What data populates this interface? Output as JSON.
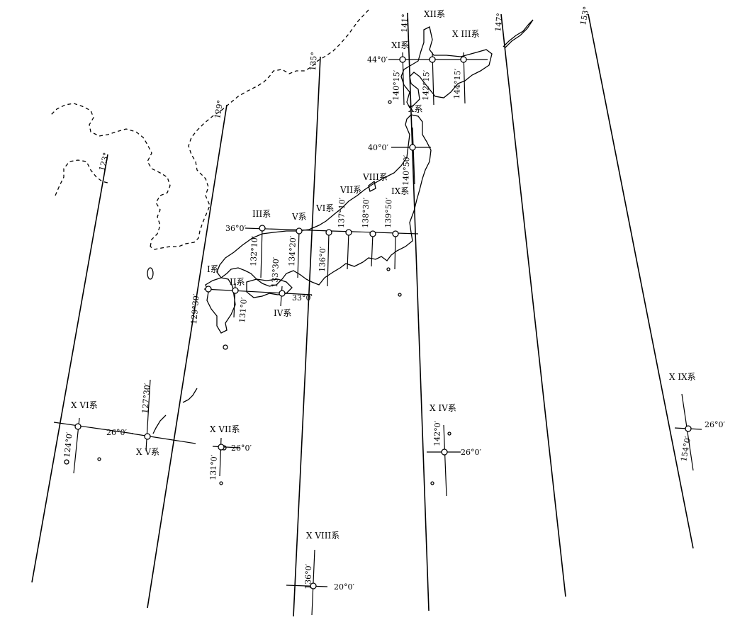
{
  "map": {
    "meridians": {
      "m123": "123°",
      "m129": "129°",
      "m135": "135°",
      "m141": "141°",
      "m147": "147°",
      "m153": "153°"
    },
    "lat_labels": {
      "l44": "44°0′",
      "l40": "40°0′",
      "l36": "36°0′",
      "l33": "33°0′",
      "l26a": "26°0′",
      "l26b": "26°0′",
      "l26c": "26°0′",
      "l26d": "26°0′",
      "l20": "20°0′"
    },
    "lon_labels": {
      "o129_30": "129°30′",
      "o131": "131°0′",
      "o132_10": "132°10′",
      "o133_30": "133°30′",
      "o134_20": "134°20′",
      "o136": "136°0′",
      "o137_10": "137°10′",
      "o138_30": "138°30′",
      "o139_50": "139°50′",
      "o140_50": "140°50′",
      "o140_15": "140°15′",
      "o142_15": "142°15′",
      "o144_15": "144°15′",
      "o127_30": "127°30′",
      "o124": "124°0′",
      "o131b": "131°0′",
      "o142": "142°0′",
      "o154": "154°0′",
      "o136b": "136°0′"
    },
    "systems": {
      "s1": "I系",
      "s2": "II系",
      "s3": "III系",
      "s4": "IV系",
      "s5": "V系",
      "s6": "VI系",
      "s7": "VII系",
      "s8": "VIII系",
      "s9": "IX系",
      "s10": "X系",
      "s11": "XI系",
      "s12": "XII系",
      "s13": "X III系",
      "s14": "X IV系",
      "s15": "X V系",
      "s16": "X VI系",
      "s17": "X VII系",
      "s18": "X VIII系",
      "s19": "X IX系"
    }
  }
}
